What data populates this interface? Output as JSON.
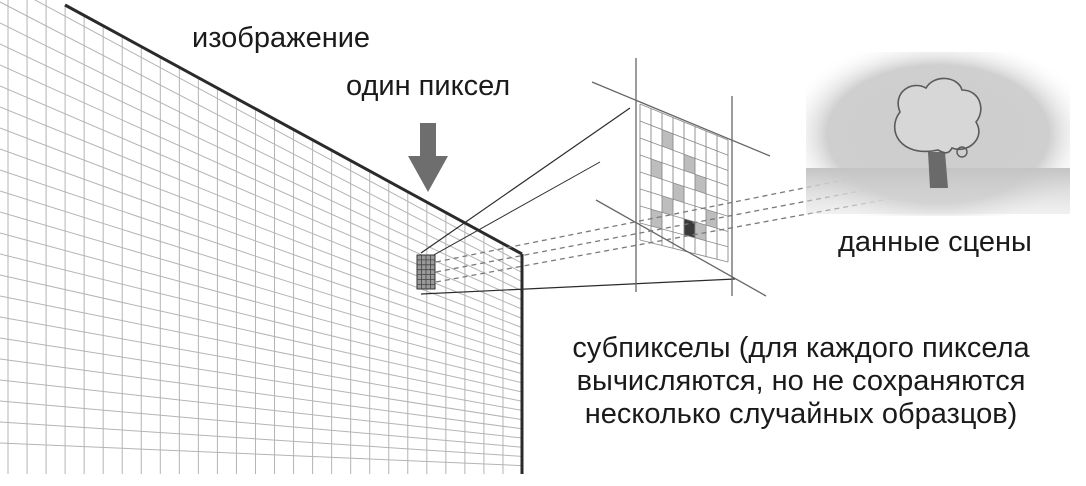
{
  "labels": {
    "image": "изображение",
    "one_pixel": "один пиксел",
    "scene_data": "данные сцены",
    "subpixels": [
      "субпикселы (для каждого пиксела",
      "вычисляются, но не сохраняются",
      "несколько случайных образцов)"
    ]
  },
  "colors": {
    "grid_line": "#b4b4b4",
    "frame_edge": "#2a2a2a",
    "arrow": "#6e6e6e",
    "scene_background": "#cfcfcf",
    "tree": "#6a6a6a",
    "dark_sample": "#3a3a3a",
    "light_sample": "#bdbdbd"
  },
  "icons": {
    "arrow": "down-arrow-icon",
    "tree": "tree-icon"
  }
}
